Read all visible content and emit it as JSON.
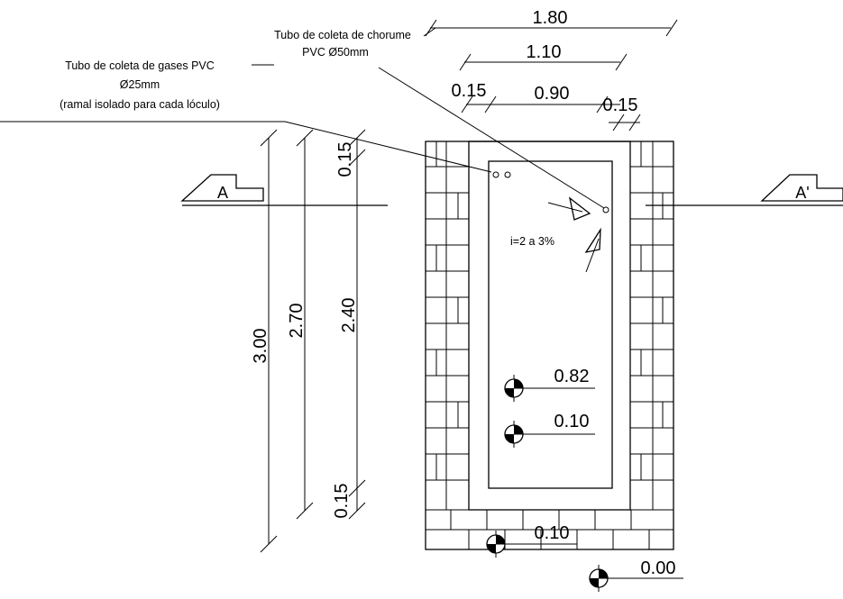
{
  "labels": {
    "chorume_line1": "Tubo de coleta de chorume",
    "chorume_line2": "PVC Ø50mm",
    "gases_line1": "Tubo de coleta de gases PVC",
    "gases_line2": "Ø25mm",
    "gases_line3": "(ramal isolado para cada lóculo)",
    "slope": "i=2 a 3%"
  },
  "dimensions": {
    "width_total": "1.80",
    "width_inner": "1.10",
    "wall_left": "0.15",
    "width_cavity": "0.90",
    "wall_right": "0.15",
    "height_total": "3.00",
    "height_mid": "2.70",
    "height_cavity": "2.40",
    "top_slab": "0.15",
    "bottom_slab": "0.15"
  },
  "levels": {
    "level_1": "0.82",
    "level_2": "0.10",
    "level_3": "0.10",
    "level_4": "0.00"
  },
  "sections": {
    "left": "A",
    "right": "A'"
  }
}
